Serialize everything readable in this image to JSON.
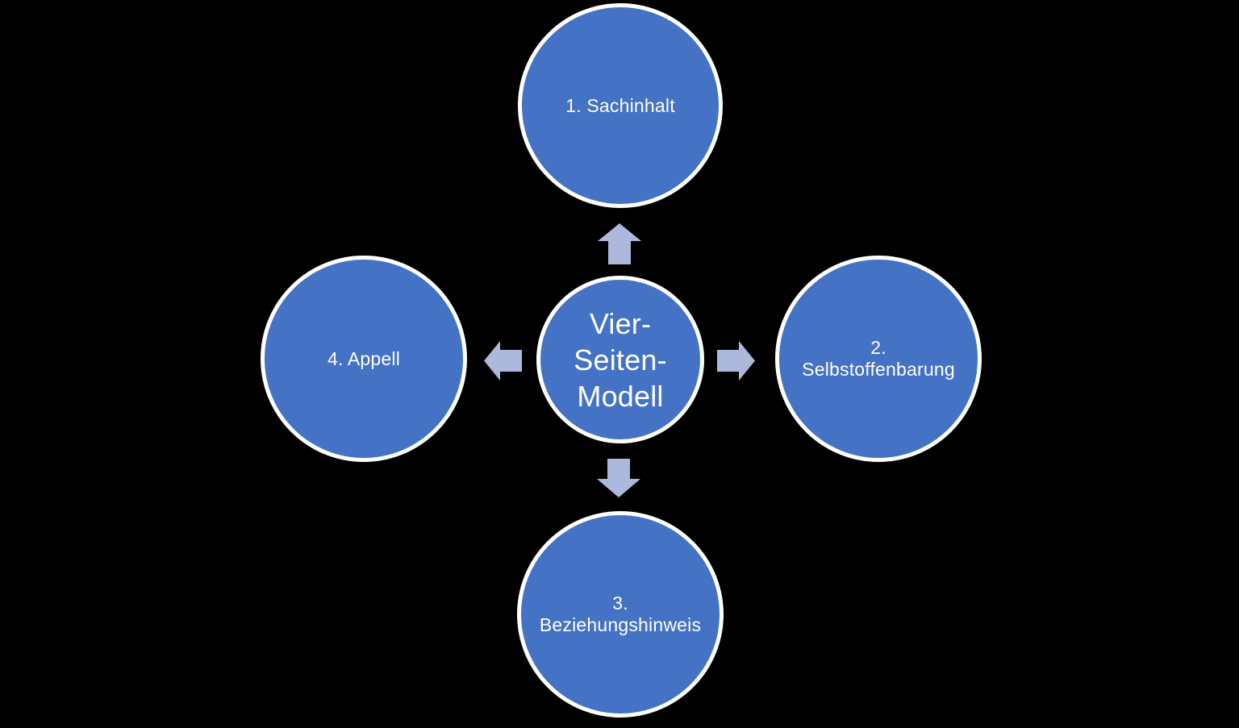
{
  "diagram": {
    "background": "#000000",
    "colors": {
      "node_fill": "#4472C4",
      "node_border": "#FFFFFF",
      "arrow_fill": "#ADB9DC",
      "text": "#FFFFFF"
    },
    "center_node": {
      "lines": [
        "Vier-",
        "Seiten-",
        "Modell"
      ]
    },
    "nodes": {
      "top": {
        "lines": [
          "1. Sachinhalt"
        ]
      },
      "right": {
        "lines": [
          "2.",
          "Selbstoffenbarung"
        ]
      },
      "bottom": {
        "lines": [
          "3.",
          "Beziehungshinweis"
        ]
      },
      "left": {
        "lines": [
          "4. Appell"
        ]
      }
    },
    "arrows": {
      "up": "up-arrow",
      "right": "right-arrow",
      "down": "down-arrow",
      "left": "left-arrow"
    }
  }
}
